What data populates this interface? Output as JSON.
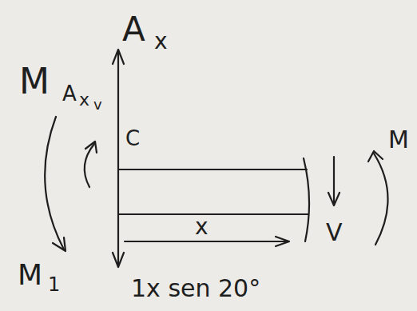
{
  "diagram": {
    "labels": [
      "A",
      "x",
      "M",
      "A",
      "x",
      "v",
      "C",
      "M",
      "M",
      "1",
      "V",
      "x",
      "1x sen 20°"
    ]
  }
}
